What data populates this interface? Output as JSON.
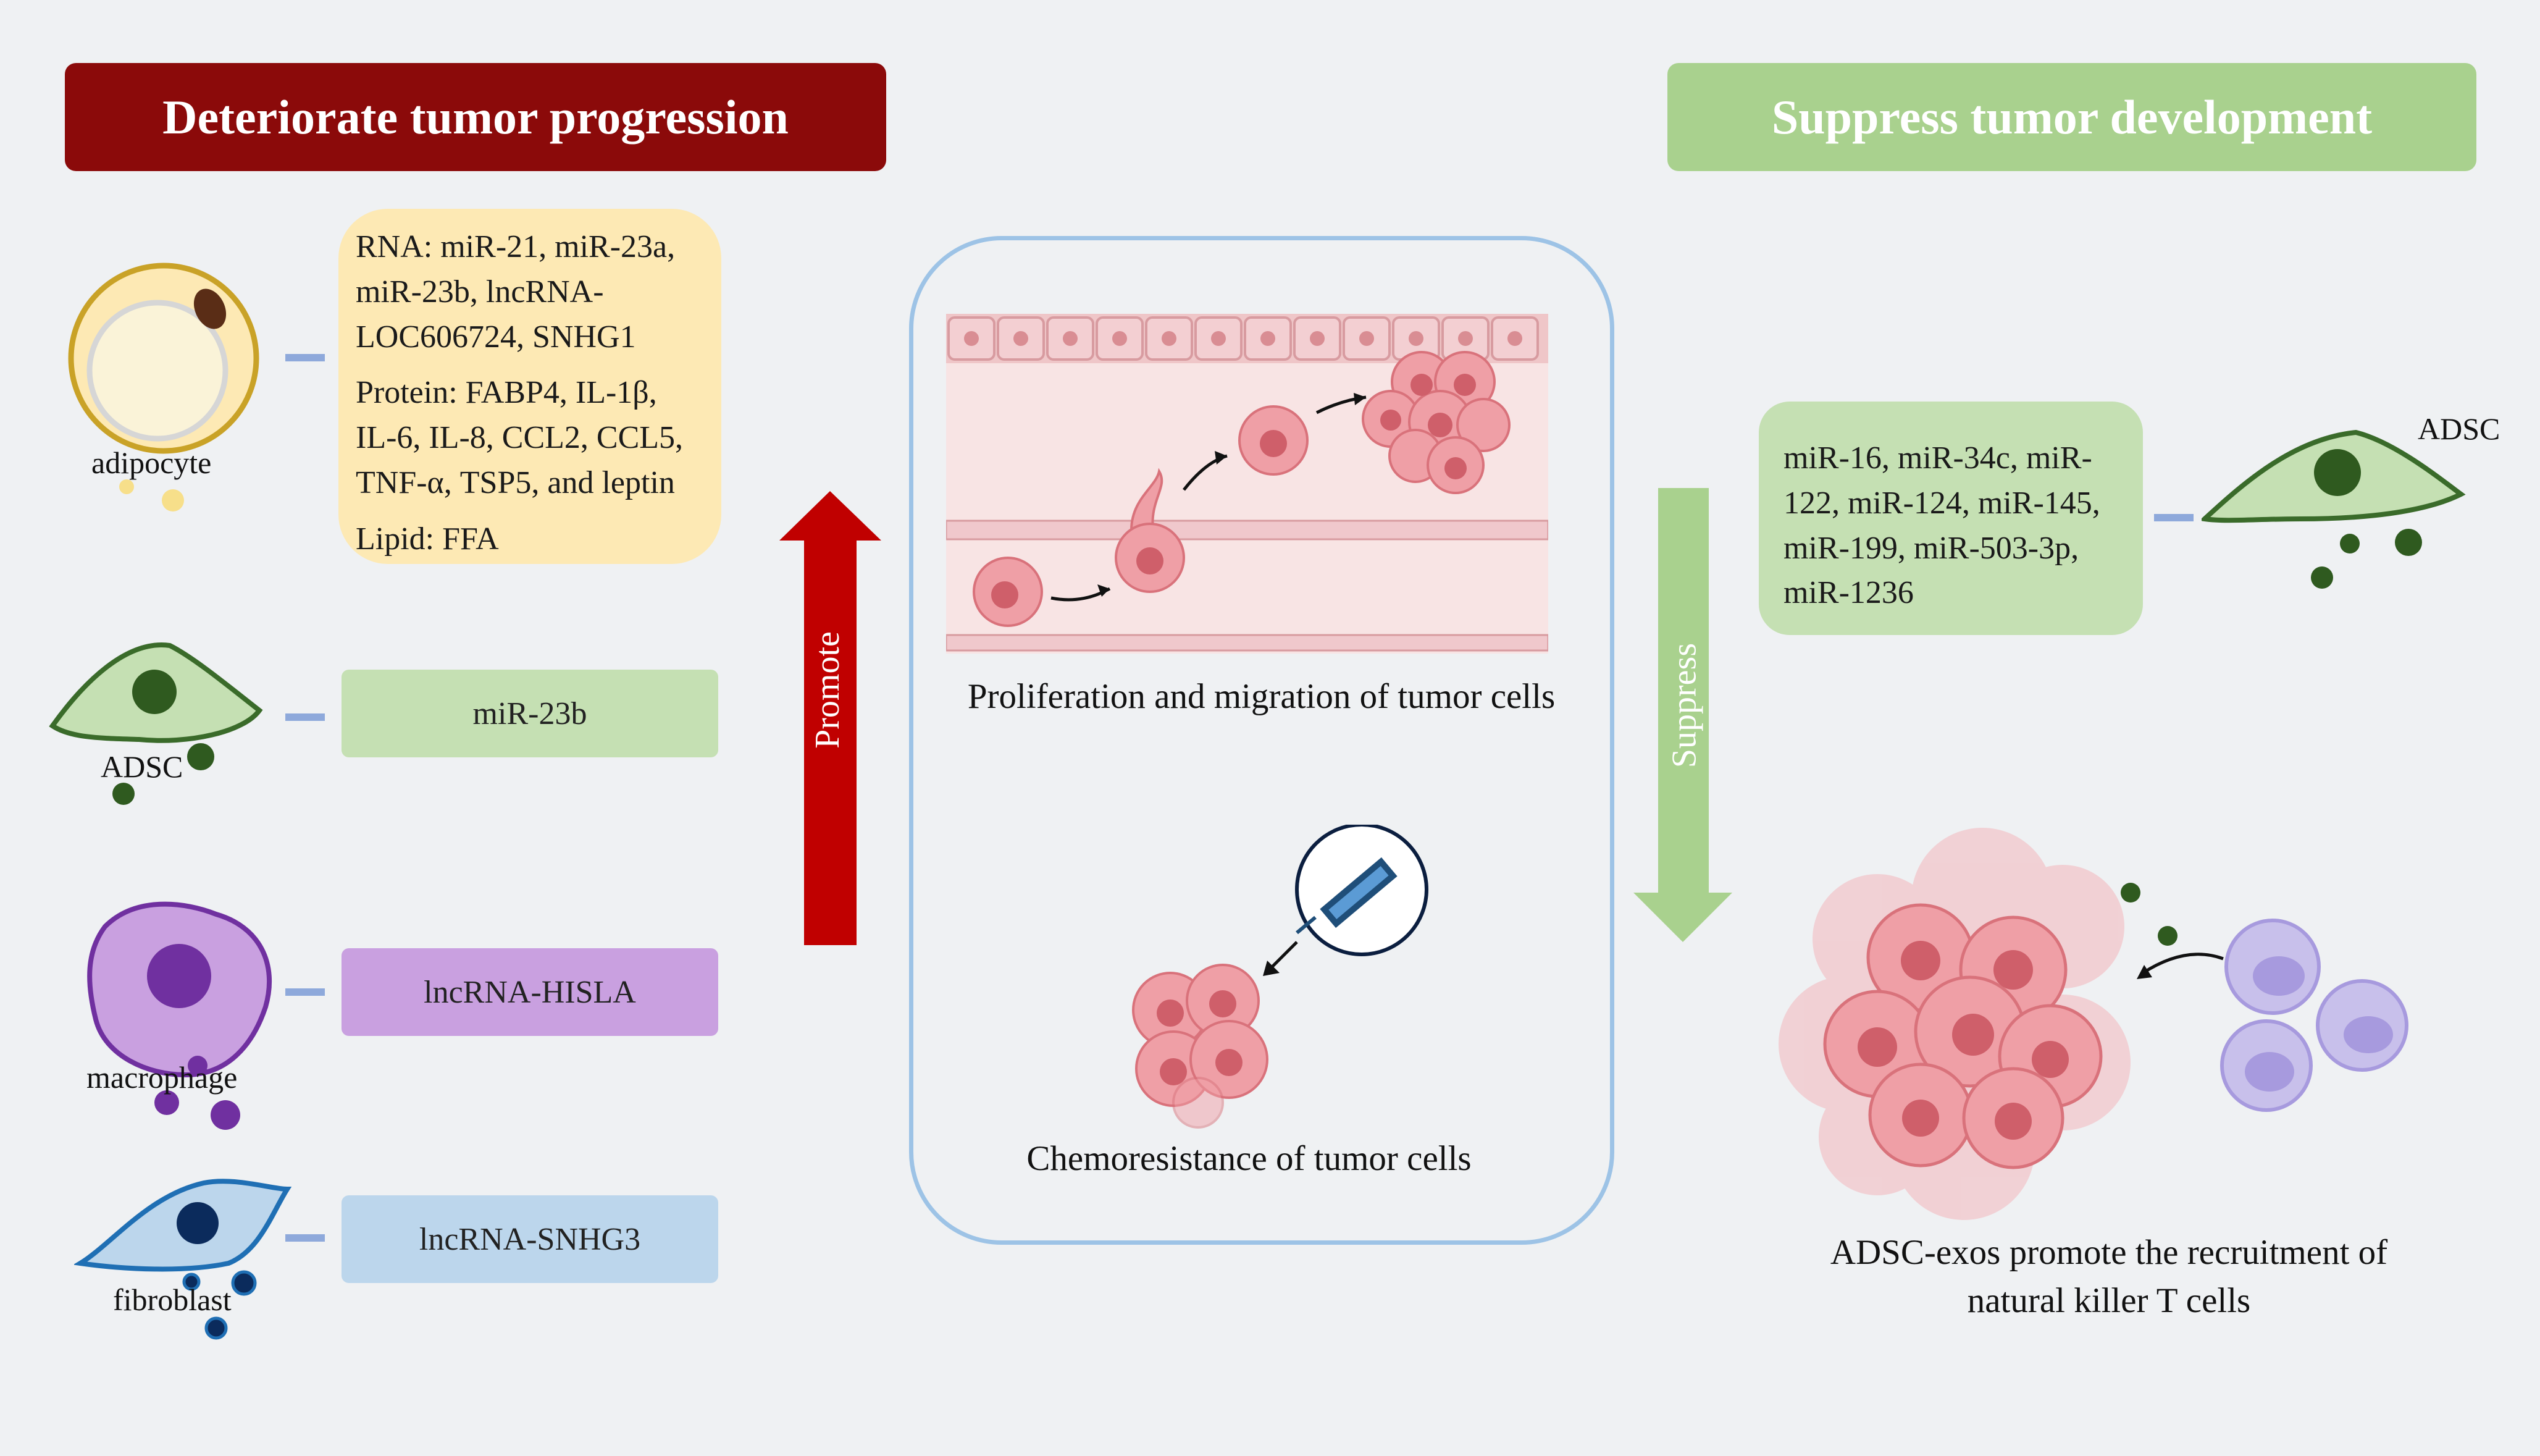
{
  "banners": {
    "left_title": "Deteriorate tumor progression",
    "right_title": "Suppress tumor development"
  },
  "left": {
    "adipocyte_label": "adipocyte",
    "adipocyte_rna": "RNA: miR-21, miR-23a, miR-23b, lncRNA-LOC606724, SNHG1",
    "adipocyte_protein": "Protein: FABP4, IL-1β, IL-6, IL-8, CCL2, CCL5, TNF-α, TSP5, and leptin",
    "adipocyte_lipid": "Lipid: FFA",
    "adsc_label": "ADSC",
    "adsc_cargo": "miR-23b",
    "macrophage_label": "macrophage",
    "macrophage_cargo": "lncRNA-HISLA",
    "fibroblast_label": "fibroblast",
    "fibroblast_cargo": "lncRNA-SNHG3"
  },
  "center": {
    "promote_label": "Promote",
    "proliferation_caption": "Proliferation and migration of tumor cells",
    "chemoresistance_caption": "Chemoresistance of tumor cells"
  },
  "right": {
    "suppress_label": "Suppress",
    "adsc_label": "ADSC",
    "mirna_list": "miR-16, miR-34c, miR-122, miR-124, miR-145, miR-199, miR-503-3p, miR-1236",
    "nkt_caption_line1": "ADSC-exos promote the recruitment of",
    "nkt_caption_line2": "natural killer T cells"
  },
  "colors": {
    "deteriorate": "#8b0a0a",
    "suppress": "#a9d18e",
    "promote_arrow": "#c00000",
    "suppress_arrow": "#a9d18e",
    "frame": "#9dc3e6"
  }
}
